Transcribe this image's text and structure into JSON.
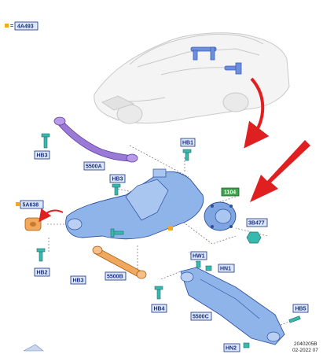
{
  "legend": {
    "code": "4A493",
    "prefix": "=",
    "marker_color": "#f5a623"
  },
  "labels": {
    "hb3_top": "HB3",
    "l5500a": "5500A",
    "hb1": "HB1",
    "hb3_mid": "HB3",
    "l5a638": "5A638",
    "hb2": "HB2",
    "l1104": "1104",
    "l3b477": "3B477",
    "hb3_low": "HB3",
    "l5500b": "5500B",
    "hw1": "HW1",
    "hn1": "HN1",
    "hb4": "HB4",
    "l5500c": "5500C",
    "hb5": "HB5",
    "hn2": "HN2"
  },
  "footer": {
    "code": "2040205B",
    "date": "02-2022 07"
  },
  "colors": {
    "label_bg_blue": "#dbe8ff",
    "label_border_blue": "#1a2e7a",
    "label_bg_green": "#3fa34d",
    "arm_purple": "#9a7ad6",
    "arm_orange": "#f0a85c",
    "knuckle_blue": "#8fb4ea",
    "hub_blue": "#7fa6e0",
    "bolt_teal": "#39b8b0",
    "arrow_red": "#e02020"
  }
}
